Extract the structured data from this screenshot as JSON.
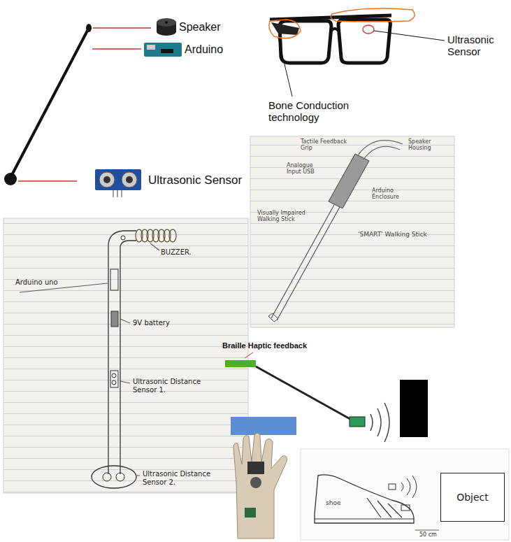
{
  "diagram": {
    "nodes": [
      {
        "text": [
          "Object"
        ]
      }
    ],
    "labels": [
      "Speaker",
      "Arduino",
      "Ultrasonic Sensor",
      "Ultrasonic Sensor",
      "Bone Conduction technology",
      "Tactile Feedback Grip",
      "Speaker Housing",
      "Analogue Input USB",
      "Arduino Enclosure",
      "Visually Impaired Walking Stick",
      "'SMART' Walking Stick",
      "BUZZER.",
      "Arduino uno",
      "9V battery",
      "Ultrasonic Distance Sensor 1.",
      "Ultrasonic Distance Sensor 2.",
      "Braille Haptic feedback",
      "shoe",
      "50 cm"
    ]
  }
}
